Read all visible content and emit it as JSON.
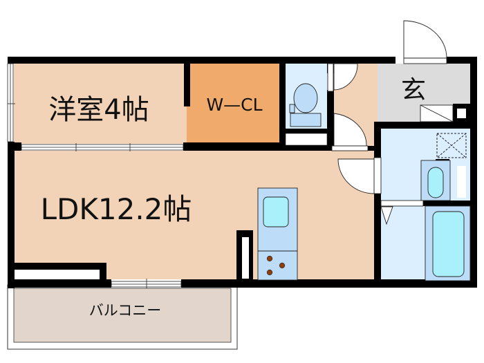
{
  "floor_plan": {
    "rooms": [
      {
        "id": "western-room",
        "label": "洋室4帖"
      },
      {
        "id": "walk-in-closet",
        "label": "W—CL"
      },
      {
        "id": "ldk",
        "label": "LDK12.2帖"
      },
      {
        "id": "entrance",
        "label": "玄"
      },
      {
        "id": "balcony",
        "label": "バルコニー"
      }
    ],
    "fixtures": [
      {
        "id": "toilet",
        "icon": "toilet-icon"
      },
      {
        "id": "kitchen-sink",
        "icon": "sink-icon"
      },
      {
        "id": "stove",
        "icon": "stove-icon"
      },
      {
        "id": "washbasin",
        "icon": "washbasin-icon"
      },
      {
        "id": "bathtub",
        "icon": "bathtub-icon"
      },
      {
        "id": "washing-machine-space",
        "icon": "washer-space-icon"
      }
    ],
    "colors": {
      "wall": "#000000",
      "western_room": "#f2d3b8",
      "walk_in_closet": "#f0aa6c",
      "ldk": "#f2d3b8",
      "entrance": "#dcdcdc",
      "wet_area": "#dcefff",
      "fixture": "#bcdcf8",
      "water": "#a9f0fb",
      "balcony": "#e2d6cc",
      "burner": "#8b3f0e"
    }
  }
}
